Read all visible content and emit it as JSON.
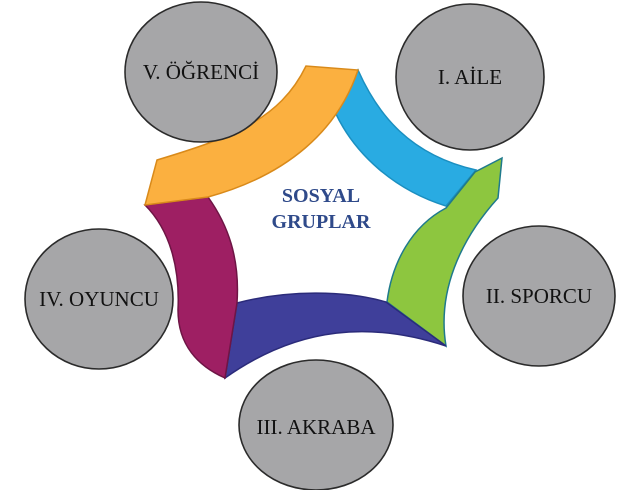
{
  "center": {
    "line1": "SOSYAL",
    "line2": "GRUPLAR",
    "color": "#2f4a8a"
  },
  "groups": [
    {
      "label": "I. AİLE",
      "arrow_color": "#29abe2"
    },
    {
      "label": "II. SPORCU",
      "arrow_color": "#8dc63f"
    },
    {
      "label": "III. AKRABA",
      "arrow_color": "#3f3f9a"
    },
    {
      "label": "IV. OYUNCU",
      "arrow_color": "#9e1f63"
    },
    {
      "label": "V. ÖĞRENCİ",
      "arrow_color": "#fbb040"
    }
  ],
  "bubble_color": "#a6a6a8"
}
